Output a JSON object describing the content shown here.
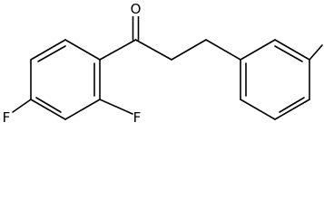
{
  "molecule": {
    "atom_labels": {
      "oxygen": "O",
      "fluorine_para": "F",
      "fluorine_ortho": "F"
    }
  }
}
